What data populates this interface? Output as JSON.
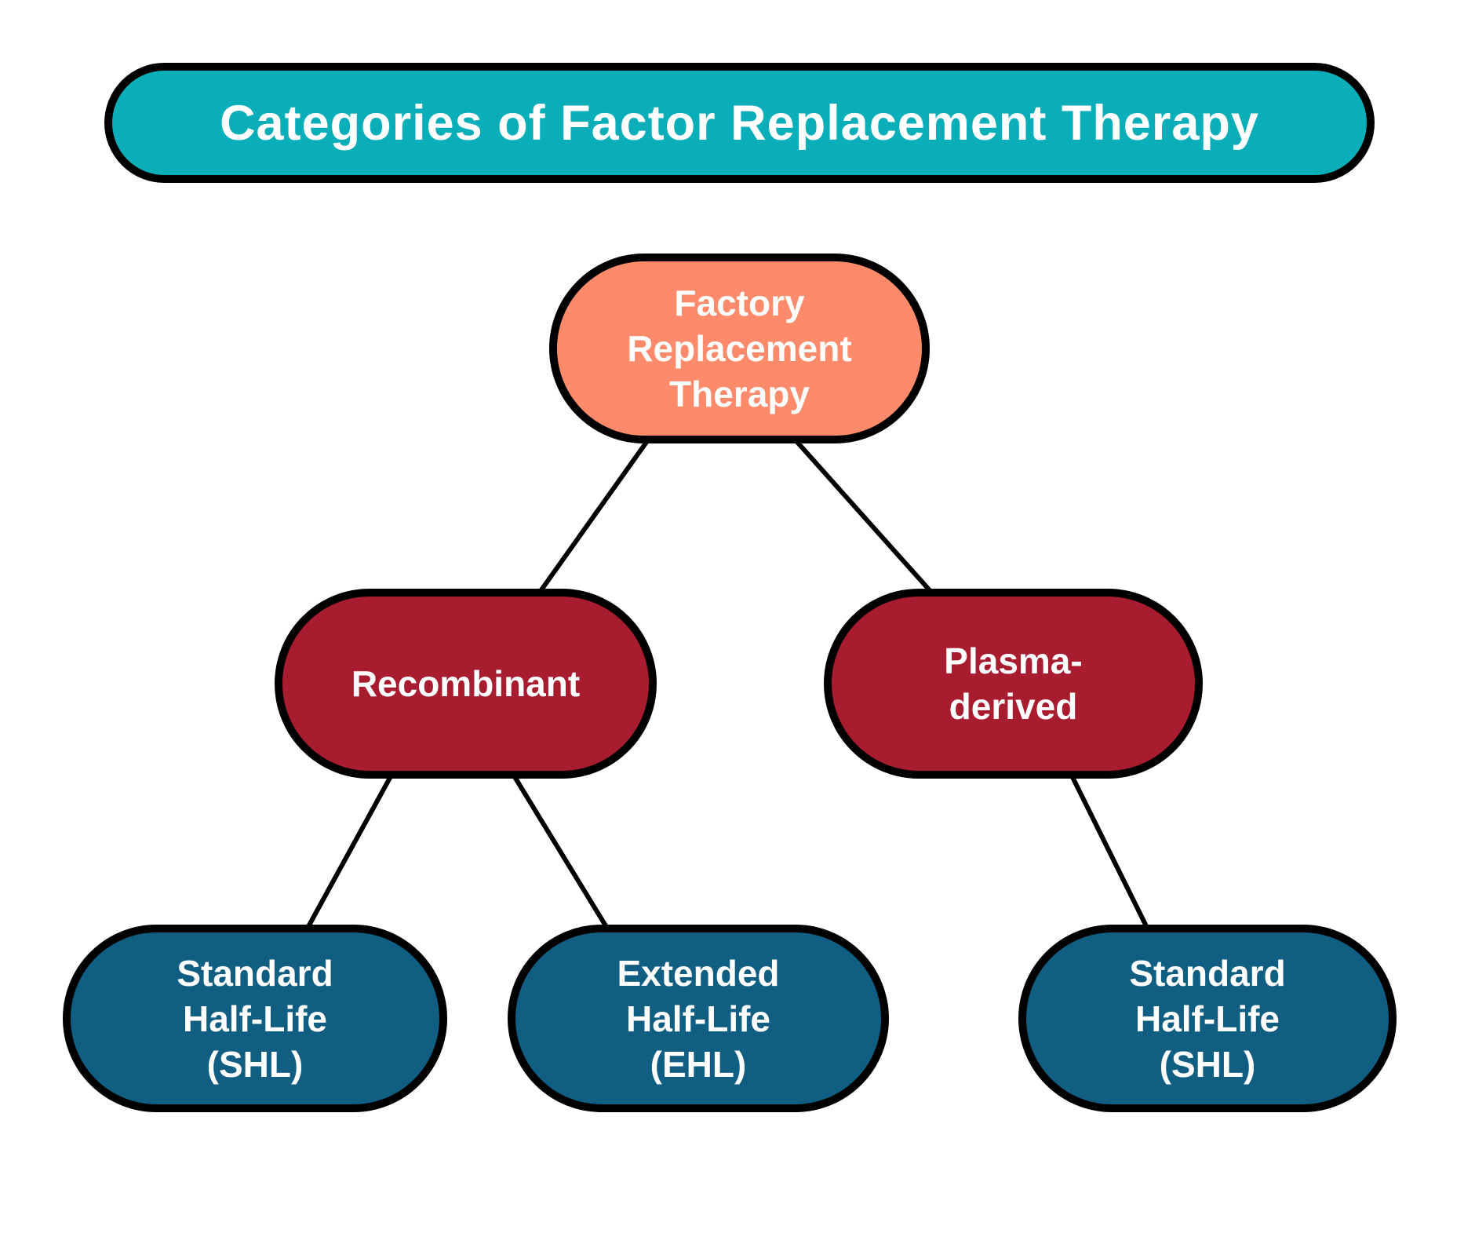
{
  "title": {
    "label": "Categories of Factor Replacement Therapy"
  },
  "nodes": {
    "root": {
      "lines": [
        "Factory",
        "Replacement",
        "Therapy"
      ]
    },
    "recombinant": {
      "lines": [
        "Recombinant"
      ]
    },
    "plasma_derived": {
      "lines": [
        "Plasma-",
        "derived"
      ]
    },
    "shl_left": {
      "lines": [
        "Standard",
        "Half-Life",
        "(SHL)"
      ]
    },
    "ehl": {
      "lines": [
        "Extended",
        "Half-Life",
        "(EHL)"
      ]
    },
    "shl_right": {
      "lines": [
        "Standard",
        "Half-Life",
        "(SHL)"
      ]
    }
  },
  "colors": {
    "title-fill": "#0aaeb9",
    "root-fill": "#fc8a6b",
    "branch-fill": "#a81c30",
    "leaf-fill": "#105e82",
    "node-border": "#000000",
    "connector": "#000000",
    "node-text": "#ffffff",
    "background": "#ffffff"
  }
}
